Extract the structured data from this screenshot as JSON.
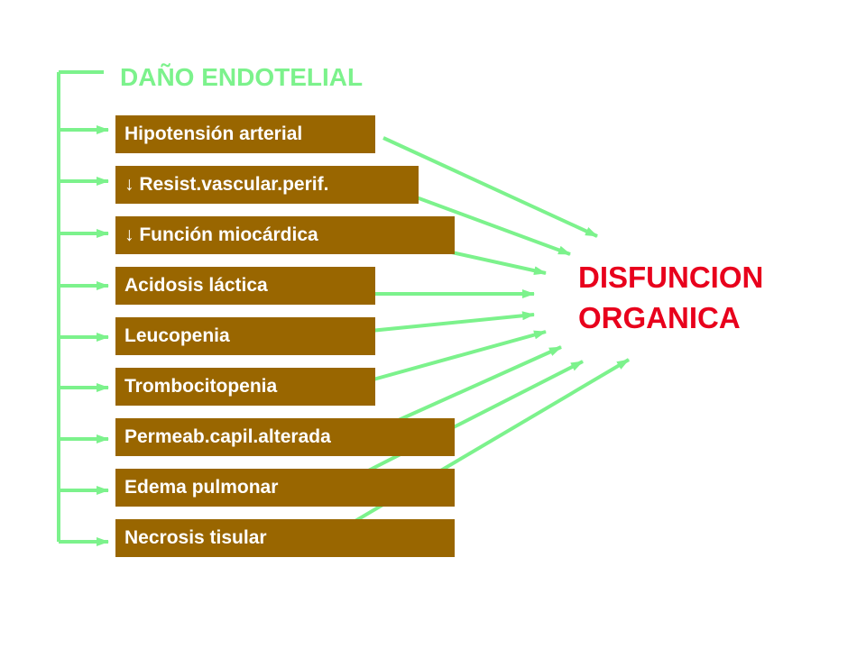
{
  "heading": "DAÑO ENDOTELIAL",
  "boxes": [
    {
      "label": "Hipotensión arterial"
    },
    {
      "label": "↓ Resist.vascular.perif."
    },
    {
      "label": "↓ Función miocárdica"
    },
    {
      "label": "Acidosis láctica"
    },
    {
      "label": "Leucopenia"
    },
    {
      "label": "Trombocitopenia"
    },
    {
      "label": "Permeab.capil.alterada"
    },
    {
      "label": "Edema pulmonar"
    },
    {
      "label": "Necrosis tisular"
    }
  ],
  "result": {
    "line1": "DISFUNCION",
    "line2": "ORGANICA"
  },
  "colors": {
    "connector": "#7CF28C",
    "box_fill": "#996600",
    "box_text": "#ffffff",
    "heading": "#7CF28C",
    "result": "#E8001C"
  }
}
